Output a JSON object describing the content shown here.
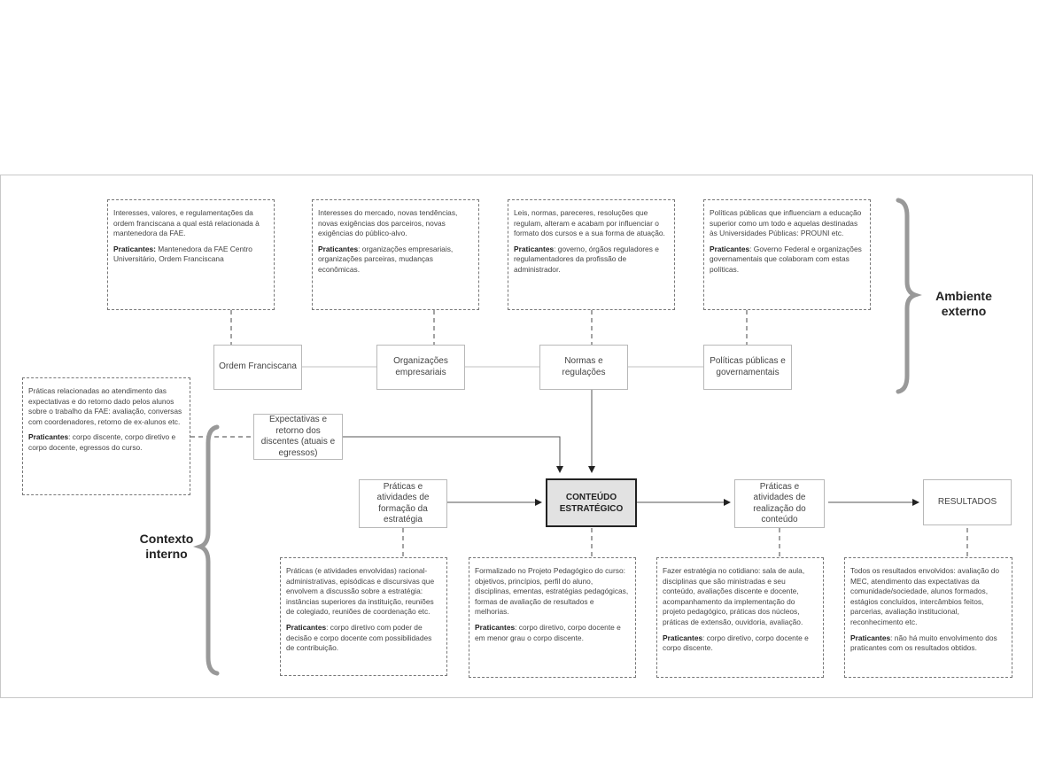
{
  "ext_boxes": {
    "ordem": {
      "text": "Interesses, valores, e regulamentações da ordem franciscana a qual está relacionada à mantenedora da FAE.",
      "prat_label": "Praticantes:",
      "prat_text": " Mantenedora da FAE Centro Universitário, Ordem Franciscana"
    },
    "organizacoes": {
      "text": "Interesses do mercado, novas tendências, novas exigências dos parceiros, novas exigências do público-alvo.",
      "prat_label": "Praticantes",
      "prat_text": ": organizações empresariais, organizações parceiras, mudanças econômicas."
    },
    "normas": {
      "text": "Leis, normas, pareceres, resoluções que regulam, alteram e acabam por influenciar o formato dos cursos e a sua forma de atuação.",
      "prat_label": "Praticantes",
      "prat_text": ": governo, órgãos reguladores e regulamentadores da profissão de administrador."
    },
    "politicas": {
      "text": "Políticas públicas que influenciam a educação superior como um todo e aquelas destinadas às Universidades Públicas: PROUNI etc.",
      "prat_label": "Praticantes",
      "prat_text": ": Governo Federal e organizações governamentais que colaboram com estas políticas."
    }
  },
  "ext_nodes": {
    "ordem": "Ordem Franciscana",
    "organizacoes": "Organizações empresariais",
    "normas": "Normas e regulações",
    "politicas": "Políticas públicas e governamentais"
  },
  "labels": {
    "ambiente": "Ambiente externo",
    "contexto": "Contexto interno"
  },
  "expectativas": {
    "box": {
      "text": "Práticas relacionadas ao atendimento das expectativas e do retorno dado pelos alunos sobre o trabalho da FAE: avaliação, conversas com coordenadores, retorno de ex-alunos etc.",
      "prat_label": "Praticantes",
      "prat_text": ": corpo discente, corpo diretivo e corpo docente, egressos do curso."
    },
    "node": "Expectativas e retorno dos discentes (atuais e egressos)"
  },
  "flow_nodes": {
    "formacao": "Práticas e atividades de formação da estratégia",
    "conteudo": "CONTEÚDO ESTRATÉGICO",
    "realizacao": "Práticas e atividades de realização do conteúdo",
    "resultados": "RESULTADOS"
  },
  "int_boxes": {
    "formacao": {
      "text": "Práticas (e atividades envolvidas) racional-administrativas, episódicas e discursivas que envolvem a discussão sobre a estratégia: instâncias superiores da instituição, reuniões de colegiado, reuniões de coordenação etc.",
      "prat_label": "Praticantes",
      "prat_text": ": corpo diretivo com poder de decisão e corpo docente com possibilidades de contribuição."
    },
    "conteudo": {
      "text": "Formalizado no Projeto Pedagógico do curso: objetivos, princípios, perfil do aluno, disciplinas, ementas, estratégias pedagógicas, formas de avaliação de resultados e melhorias.",
      "prat_label": "Praticantes",
      "prat_text": ": corpo diretivo, corpo docente e em menor grau o corpo discente."
    },
    "realizacao": {
      "text": "Fazer estratégia no cotidiano: sala de aula, disciplinas que são ministradas e seu conteúdo, avaliações discente e docente, acompanhamento da implementação do projeto pedagógico, práticas dos núcleos, práticas de extensão, ouvidoria, avaliação.",
      "prat_label": "Praticantes",
      "prat_text": ": corpo diretivo, corpo docente e corpo discente."
    },
    "resultados": {
      "text": "Todos os resultados envolvidos: avaliação do MEC, atendimento das expectativas da comunidade/sociedade, alunos formados, estágios concluídos, intercâmbios feitos, parcerias, avaliação institucional, reconhecimento etc.",
      "prat_label": "Praticantes",
      "prat_text": ": não há muito envolvimento dos praticantes com os resultados obtidos."
    }
  }
}
